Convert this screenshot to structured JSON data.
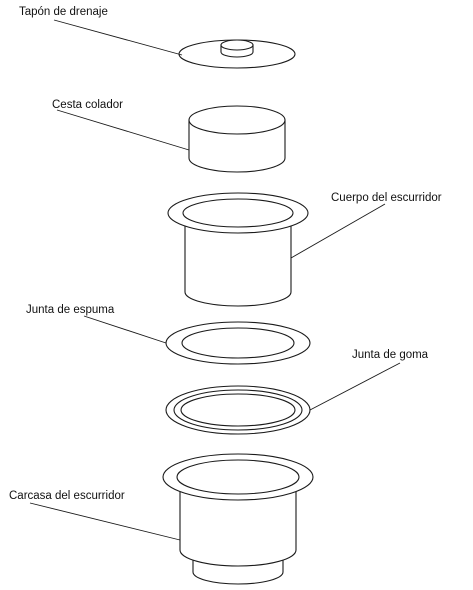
{
  "labels": {
    "drain_stopper": "Tapón de drenaje",
    "strainer_basket": "Cesta colador",
    "strainer_body": "Cuerpo del escurridor",
    "foam_gasket": "Junta de espuma",
    "rubber_gasket": "Junta de goma",
    "strainer_housing": "Carcasa del escurridor"
  }
}
